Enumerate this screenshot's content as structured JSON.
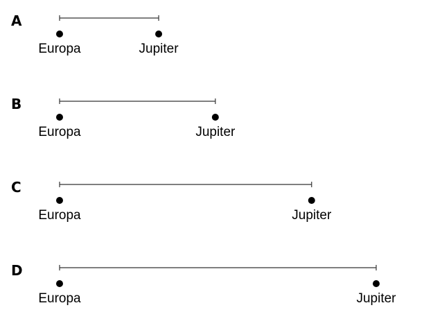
{
  "rows": [
    {
      "letter": "A",
      "left_label": "Europa",
      "right_label": "Jupiter",
      "relative_distance": 0.313
    },
    {
      "letter": "B",
      "left_label": "Europa",
      "right_label": "Jupiter",
      "relative_distance": 0.492
    },
    {
      "letter": "C",
      "left_label": "Europa",
      "right_label": "Jupiter",
      "relative_distance": 0.796
    },
    {
      "letter": "D",
      "left_label": "Europa",
      "right_label": "Jupiter",
      "relative_distance": 1.0
    }
  ],
  "colors": {
    "ink": "#000000",
    "line": "#333333",
    "background": "#ffffff"
  }
}
